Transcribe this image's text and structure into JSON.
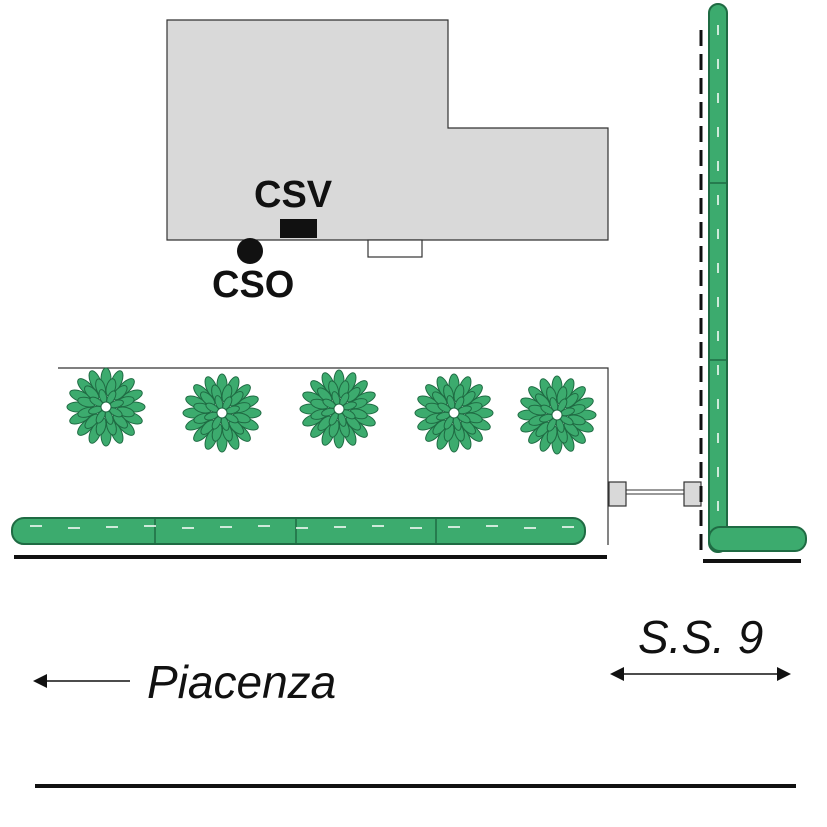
{
  "labels": {
    "csv": "CSV",
    "cso": "CSO",
    "road_name": "S.S. 9",
    "direction_city": "Piacenza"
  },
  "colors": {
    "building": "#d9d9d9",
    "outline": "#333333",
    "hedge": "#3cab6e",
    "hedge_dark": "#1f6b43",
    "line": "#111111",
    "white": "#ffffff"
  },
  "icons": {
    "tree": "tree-icon",
    "arrow_left": "arrow-left-icon",
    "arrow_both": "arrow-both-icon",
    "csv_marker": "rectangle-marker-icon",
    "cso_marker": "circle-marker-icon"
  }
}
